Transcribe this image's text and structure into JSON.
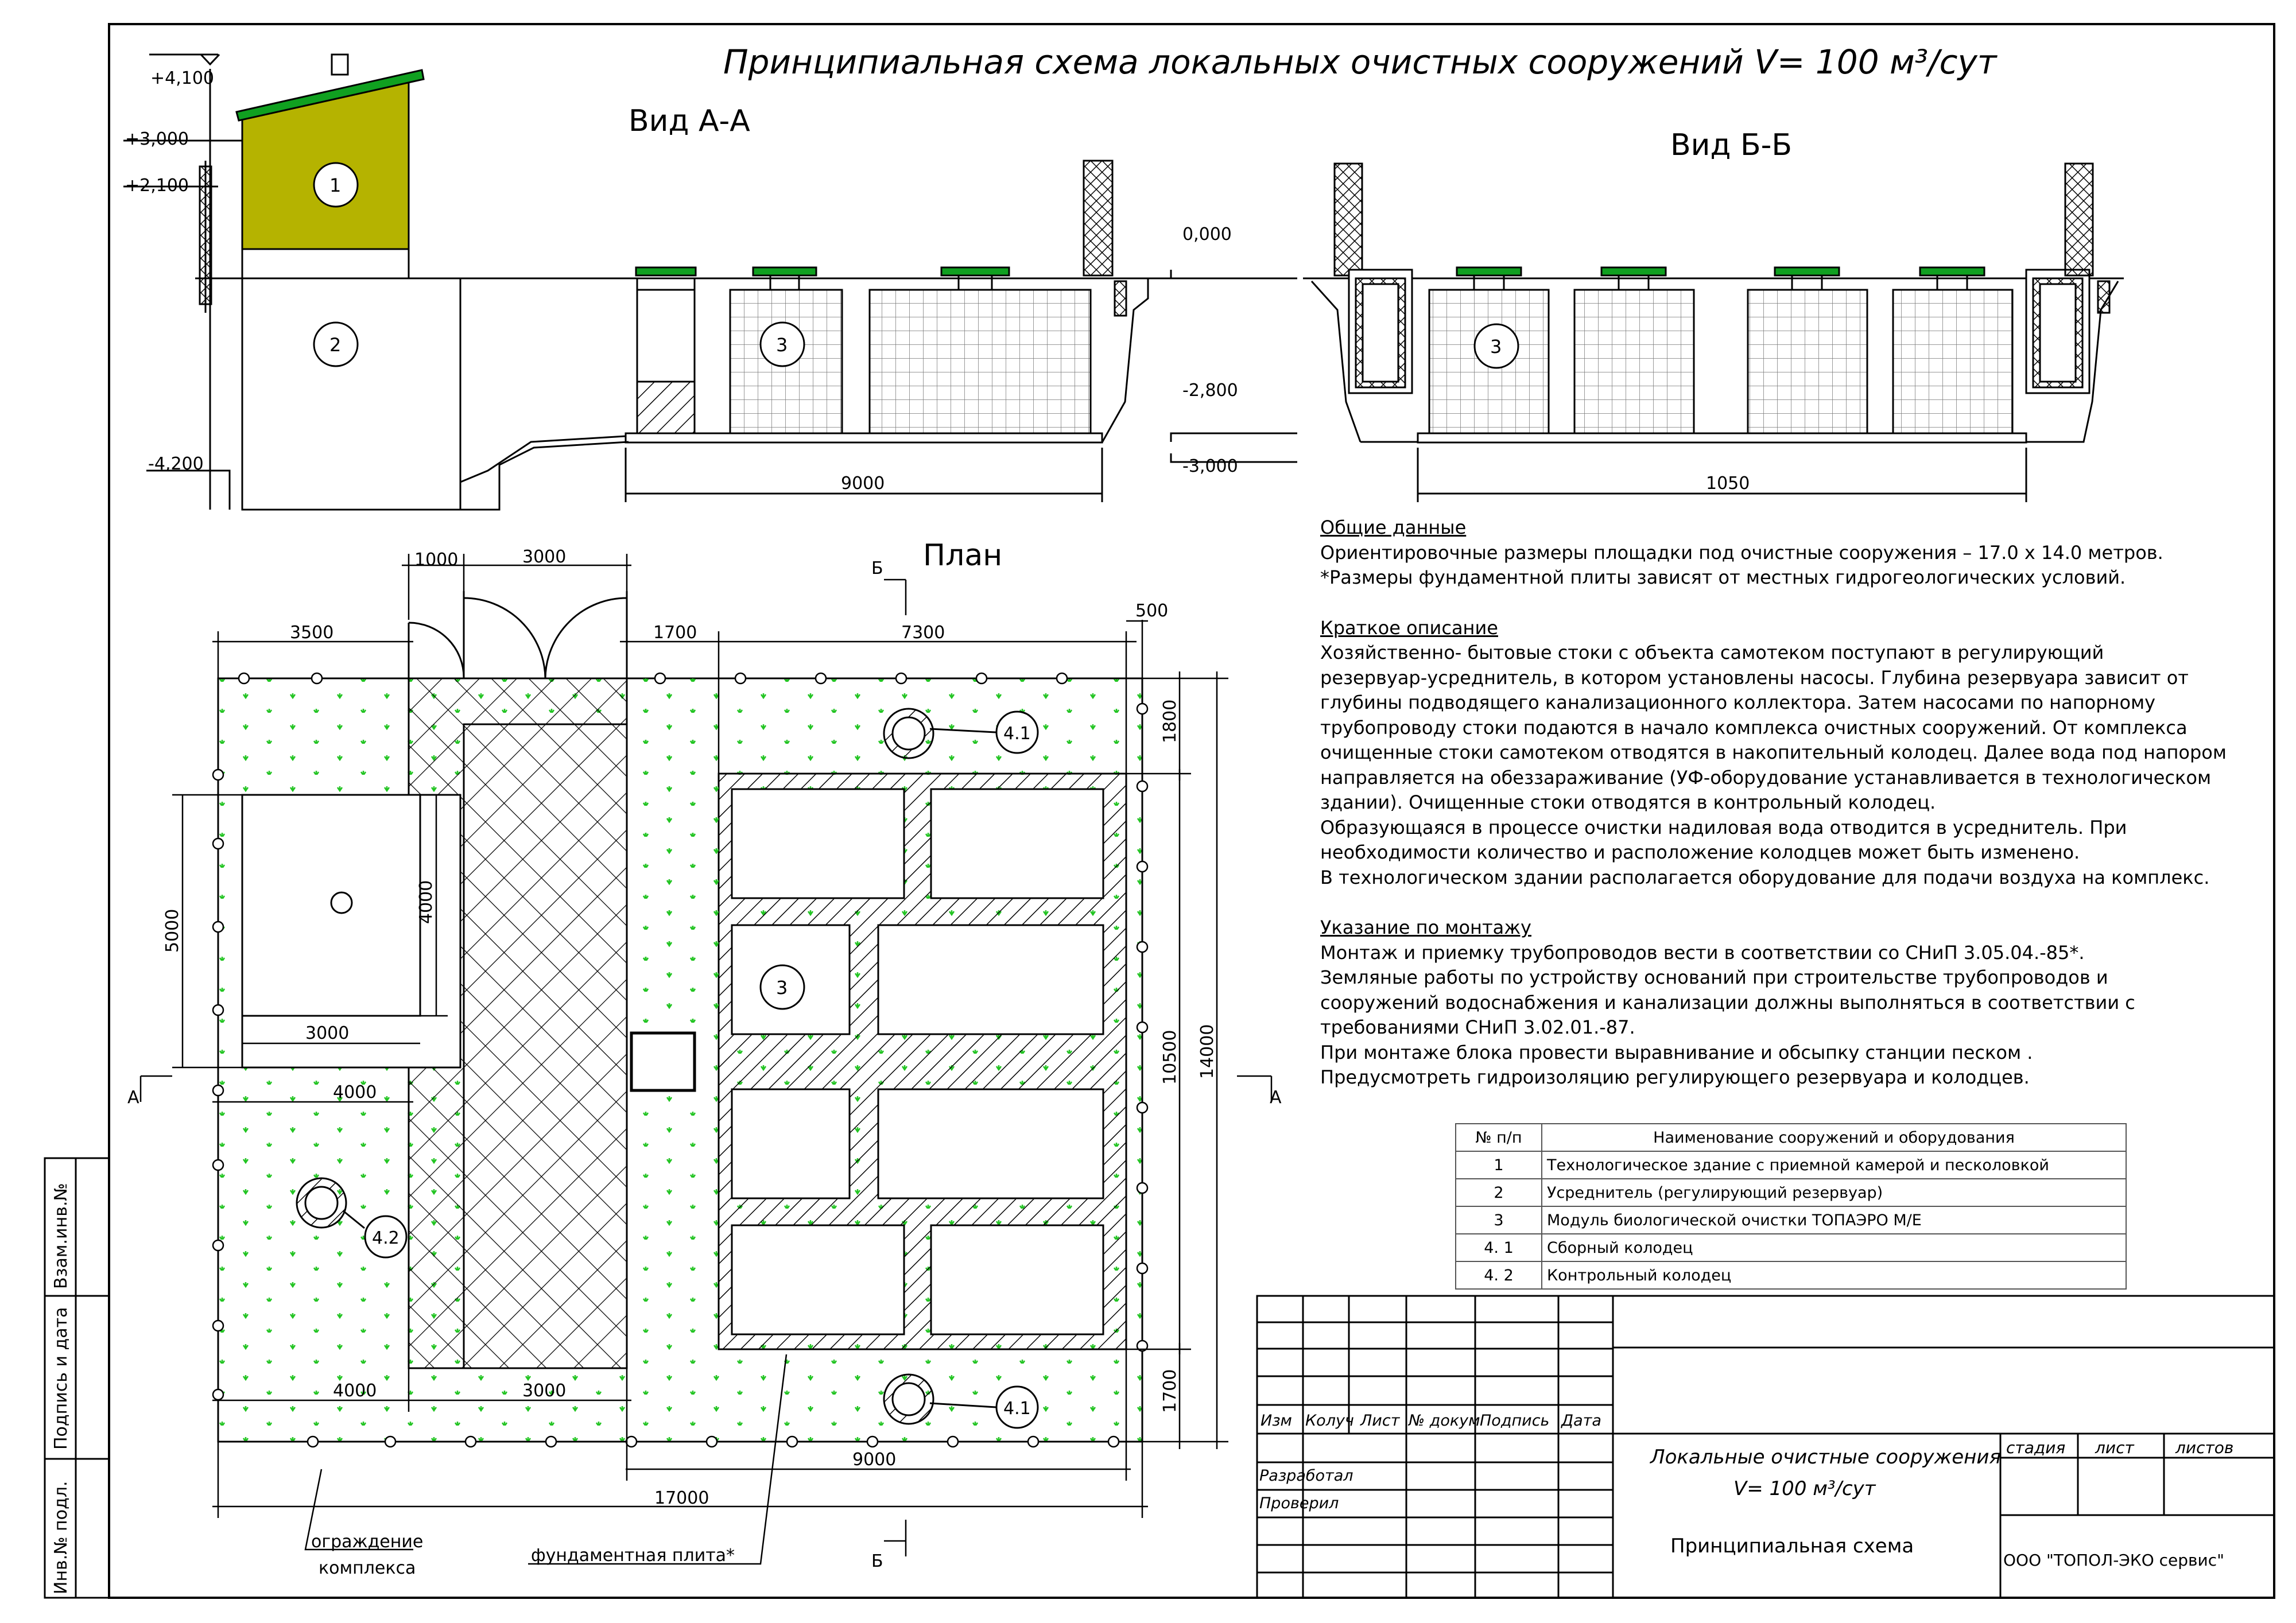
{
  "title": "Принципиальная схема локальных очистных сооружений  V= 100 м³/сут",
  "view_aa": "Вид А-А",
  "view_bb": "Вид Б-Б",
  "plan_label": "План",
  "section_marks": {
    "a": "А",
    "b": "Б"
  },
  "levels": {
    "l1": "+4,100",
    "l2": "+3,000",
    "l3": "+2,100",
    "l4": "-4,200",
    "l5": "0,000",
    "l6": "-2,800",
    "l7": "-3,000"
  },
  "dims": {
    "aa_width": "9000",
    "bb_width": "1050",
    "d1000": "1000",
    "d3000_top": "3000",
    "d3500": "3500",
    "d1700_top": "1700",
    "d7300": "7300",
    "d500": "500",
    "d5000": "5000",
    "d4000_v": "4000",
    "d3000_mid": "3000",
    "d4000_top": "4000",
    "d4000_bot": "4000",
    "d3000_bot": "3000",
    "d9000_bot": "9000",
    "d17000": "17000",
    "d1800": "1800",
    "d10500": "10500",
    "d14000": "14000",
    "d1700_right": "1700"
  },
  "callouts": {
    "c1": "1",
    "c2": "2",
    "c3": "3",
    "c41": "4.1",
    "c42": "4.2"
  },
  "plan_labels": {
    "fence_1": "ограждение",
    "fence_2": "комплекса",
    "slab": "фундаментная плита*"
  },
  "notes": {
    "general_h": "Общие данные",
    "general": [
      "Ориентировочные размеры площадки под очистные сооружения  – 17.0 х 14.0 метров.",
      "*Размеры фундаментной плиты зависят от местных гидрогеологических условий."
    ],
    "brief_h": "Краткое описание",
    "brief": [
      "Хозяйственно- бытовые стоки с объекта самотеком поступают в регулирующий",
      "резервуар-усреднитель, в котором установлены насосы. Глубина резервуара зависит от",
      "глубины подводящего канализационного коллектора. Затем насосами по напорному",
      "трубопроводу стоки подаются в начало комплекса очистных сооружений. От комплекса",
      "очищенные стоки самотеком отводятся в накопительный колодец. Далее вода под напором",
      "направляется на обеззараживание (УФ-оборудование устанавливается в технологическом",
      "здании). Очищенные стоки отводятся в контрольный колодец.",
      "Образующаяся в процессе очистки надиловая вода отводится в усреднитель. При",
      "необходимости количество и расположение колодцев может быть изменено.",
      "В технологическом здании располагается оборудование для подачи воздуха на комплекс."
    ],
    "mount_h": "Указание по монтажу",
    "mount": [
      "Монтаж и приемку трубопроводов вести в соответствии со СНиП 3.05.04.-85*.",
      "Земляные работы по устройству оснований при строительстве трубопроводов и",
      "сооружений водоснабжения и канализации должны выполняться в соответствии с",
      "требованиями СНиП 3.02.01.-87.",
      "При монтаже блока провести выравнивание и обсыпку станции песком .",
      "Предусмотреть гидроизоляцию регулирующего резервуара и колодцев."
    ]
  },
  "spec_table": {
    "header": {
      "num": "№ п/п",
      "name": "Наименование сооружений и оборудования"
    },
    "rows": [
      {
        "num": "1",
        "name": "Технологическое здание с приемной камерой и песколовкой"
      },
      {
        "num": "2",
        "name": "Усреднитель (регулирующий резервуар)"
      },
      {
        "num": "3",
        "name": "Модуль биологической очистки ТОПАЭРО М/Е"
      },
      {
        "num": "4. 1",
        "name": "Сборный колодец"
      },
      {
        "num": "4. 2",
        "name": "Контрольный колодец"
      }
    ]
  },
  "title_block": {
    "cols": [
      "Изм",
      "Колуч",
      "Лист",
      "№ докум",
      "Подпись",
      "Дата"
    ],
    "developed": "Разработал",
    "checked": "Проверил",
    "name_1": "Локальные очистные сооружения",
    "name_2": "V= 100 м³/сут",
    "sheet_name": "Принципиальная  схема",
    "stage": "стадия",
    "sheet": "лист",
    "sheets": "листов",
    "company": "ООО \"ТОПОЛ-ЭКО сервис\""
  },
  "side_stamp": {
    "inv": "Инв.№ подл.",
    "sign": "Подпись и дата",
    "vzam": "Взам.инв.№"
  },
  "colors": {
    "roof": "#10a020",
    "building": "#b5b300",
    "lawn": "#22c422",
    "line": "#000000"
  }
}
